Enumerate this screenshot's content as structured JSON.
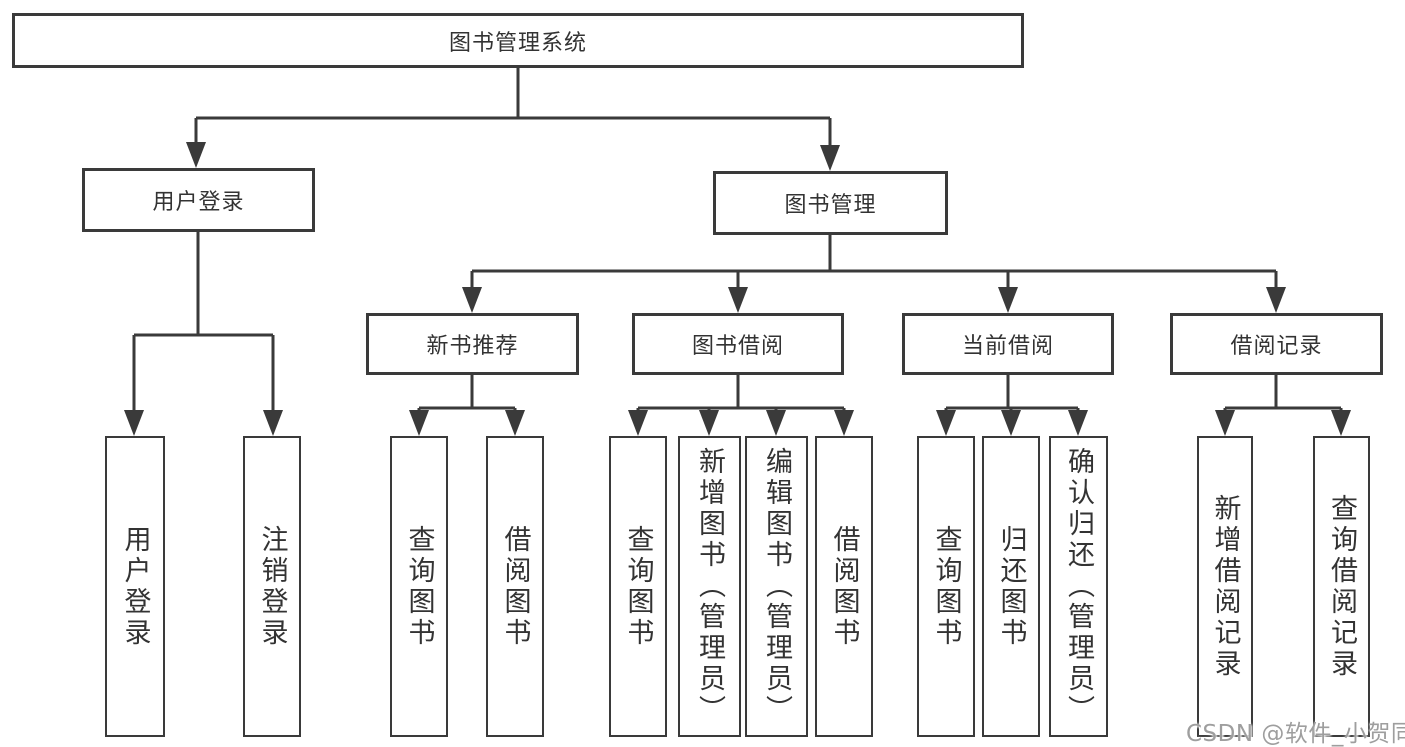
{
  "diagram_title": "图书管理系统",
  "colors": {
    "line": "#3a3a3a",
    "text": "#333333",
    "box_fill": "#ffffff",
    "background": "#ffffff",
    "watermark": "#9e9e9e"
  },
  "watermark": {
    "text": "CSDN @软件_小贺同学"
  },
  "tree": {
    "root": {
      "label": "图书管理系统"
    },
    "level2": [
      {
        "label": "用户登录",
        "children": [
          {
            "label": "用户登录"
          },
          {
            "label": "注销登录"
          }
        ]
      },
      {
        "label": "图书管理",
        "children": [
          {
            "label": "新书推荐",
            "children": [
              {
                "label": "查询图书"
              },
              {
                "label": "借阅图书"
              }
            ]
          },
          {
            "label": "图书借阅",
            "children": [
              {
                "label": "查询图书"
              },
              {
                "label": "新增图书（管理员）"
              },
              {
                "label": "编辑图书（管理员）"
              },
              {
                "label": "借阅图书"
              }
            ]
          },
          {
            "label": "当前借阅",
            "children": [
              {
                "label": "查询图书"
              },
              {
                "label": "归还图书"
              },
              {
                "label": "确认归还（管理员）"
              }
            ]
          },
          {
            "label": "借阅记录",
            "children": [
              {
                "label": "新增借阅记录"
              },
              {
                "label": "查询借阅记录"
              }
            ]
          }
        ]
      }
    ]
  }
}
